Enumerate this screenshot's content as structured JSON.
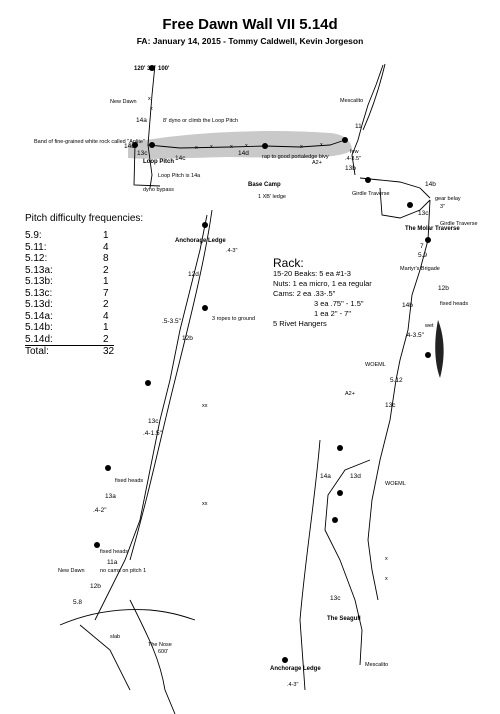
{
  "header": {
    "title": "Free Dawn Wall VII 5.14d",
    "subtitle": "FA: January 14, 2015 - Tommy Caldwell, Kevin Jorgeson"
  },
  "frequencies": {
    "heading": "Pitch difficulty frequencies:",
    "rows": [
      {
        "grade": "5.9:",
        "count": "1"
      },
      {
        "grade": "5.11:",
        "count": "4"
      },
      {
        "grade": "5.12:",
        "count": "8"
      },
      {
        "grade": "5.13a:",
        "count": "2"
      },
      {
        "grade": "5.13b:",
        "count": "1"
      },
      {
        "grade": "5.13c:",
        "count": "7"
      },
      {
        "grade": "5.13d:",
        "count": "2"
      },
      {
        "grade": "5.14a:",
        "count": "4"
      },
      {
        "grade": "5.14b:",
        "count": "1"
      },
      {
        "grade": "5.14d:",
        "count": "2"
      }
    ],
    "total_label": "Total:",
    "total_value": "32"
  },
  "rack": {
    "heading": "Rack:",
    "beaks": "15-20 Beaks: 5 ea #1-3",
    "nuts": "Nuts: 1 ea micro, 1 ea regular",
    "cams1": "Cams: 2 ea .33-.5\"",
    "cams2": "3 ea .75\" - 1.5\"",
    "cams3": "1 ea 2\" - 7\"",
    "rivets": "5 Rivet Hangers"
  },
  "topo_labels": {
    "new_dawn_top": "New Dawn",
    "dyno": "8' dyno or climb the Loop Pitch",
    "band": "Band of fine-grained white rock called \"Aplite\"",
    "loop_pitch": "Loop Pitch",
    "loop_pitch_is": "Loop Pitch is 14a",
    "dyno_bypass": "dyno bypass",
    "rap_to_ground": "rap to good portaledge bivy",
    "a2": "A2+",
    "few": "few",
    "few_range": ".4-3.5\"",
    "mescalito_top": "Mescalito",
    "base_camp": "Base Camp",
    "ledge_1": "1 XB' ledge",
    "girdle_1": "Girdle Traverse",
    "molar": "The Molar Traverse",
    "gear_belay": "gear belay",
    "gear_3in": "3\"",
    "girdle_2": "Girdle Traverse",
    "martyrs": "Martyr's Brigade",
    "fixed_heads_top": "fixed heads",
    "wet": "wet",
    "woeml": "WOEML",
    "a2_2": "A2+",
    "anchorage_top": "Anchorage Ledge",
    "anchorage_range": ".4-3\"",
    "ropes_ground": "3 ropes to ground",
    "fixed_heads_left": "fixed heads",
    "fixed_heads_low": "fixed heads",
    "no_cams": "no cams on pitch 1",
    "new_dawn_low": "New Dawn",
    "the_nose": "The Nose",
    "the_nose_height": "600'",
    "slab": "slab",
    "woeml_2": "WOEML",
    "seagull": "The Seagull",
    "mescalito_low": "Mescalito",
    "anchorage_low": "Anchorage Ledge",
    "anchorage_low_range": ".4-3\"",
    "p_top_len": "120'",
    "p_top_num": "32",
    "p_top_len2": "100'"
  },
  "pitch_grades": {
    "g14a_top": "14a",
    "g14d_left": "14d",
    "g13c_left": "13c",
    "g14c": "14c",
    "g14d_mid": "14d",
    "g11": "11",
    "g13b": "13b",
    "g14b": "14b",
    "g13c_a": "13c",
    "g7": "7",
    "g59_a": "5.9",
    "g12b_a": "12b",
    "g14b_2": "14b",
    "g12d": "12d",
    "g12b_left": "12b",
    "g13c_b": "13c",
    "g13a_a": "13a",
    "g11a": "11a",
    "g12b_low": "12b",
    "g58": "5.8",
    "g512": "5.12",
    "g13c_r": "13c",
    "g14a_r": "14a",
    "g13d_r": "13d",
    "g13c_low": "13c",
    "g_range_a": ".5-3.5\"",
    "g_range_b": ".4-1.5\"",
    "g_range_c": ".4-2\"",
    "g_range_d": ".4-3.5\""
  }
}
